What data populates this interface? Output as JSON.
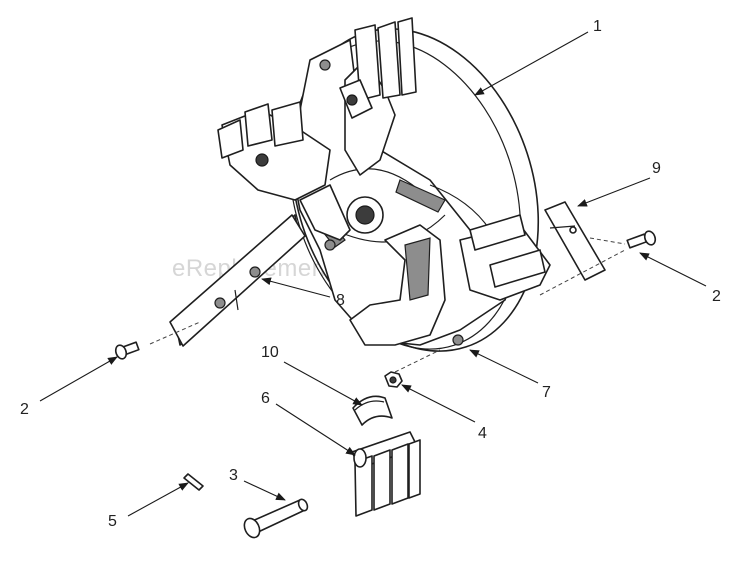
{
  "watermark": "eReplacementParts.com",
  "callouts": [
    {
      "id": "c1",
      "label": "1"
    },
    {
      "id": "c9",
      "label": "9"
    },
    {
      "id": "c2r",
      "label": "2"
    },
    {
      "id": "c8",
      "label": "8"
    },
    {
      "id": "c10",
      "label": "10"
    },
    {
      "id": "c7",
      "label": "7"
    },
    {
      "id": "c2l",
      "label": "2"
    },
    {
      "id": "c6",
      "label": "6"
    },
    {
      "id": "c4",
      "label": "4"
    },
    {
      "id": "c3",
      "label": "3"
    },
    {
      "id": "c5",
      "label": "5"
    }
  ]
}
